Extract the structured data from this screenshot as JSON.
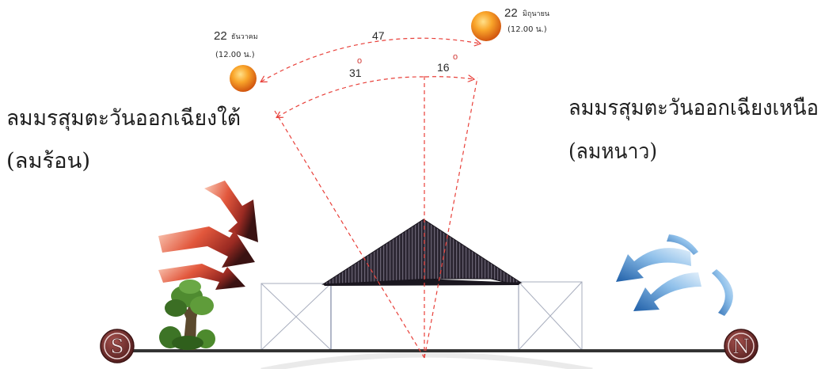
{
  "diagram": {
    "sun_winter": {
      "day": "22",
      "month": "ธันวาคม",
      "time": "(12.00 น.)"
    },
    "sun_summer": {
      "day": "22",
      "month": "มิถุนายน",
      "time": "(12.00 น.)"
    },
    "angles": {
      "total": "47",
      "winter": "31",
      "summer": "16",
      "degree_mark": "o"
    },
    "wind_left": {
      "title": "ลมมรสุมตะวันออกเฉียงใต้",
      "subtitle": "(ลมร้อน)"
    },
    "wind_right": {
      "title": "ลมมรสุมตะวันออกเฉียงเหนือ",
      "subtitle": "(ลมหนาว)"
    },
    "compass": {
      "south": "S",
      "north": "N"
    }
  },
  "colors": {
    "sun": "#f08a1c",
    "angle_lines": "#e8403a",
    "hot_wind": "#c0392b",
    "cold_wind": "#2a6fc0",
    "roof": "#1e1a22",
    "tree": "#3f7a2a",
    "compass": "#6b2a2a",
    "ground": "#333333"
  },
  "icons": [
    "sun-icon",
    "tree-icon",
    "hot-wind-arrow-icon",
    "cold-wind-arrow-icon",
    "compass-south-icon",
    "compass-north-icon"
  ]
}
